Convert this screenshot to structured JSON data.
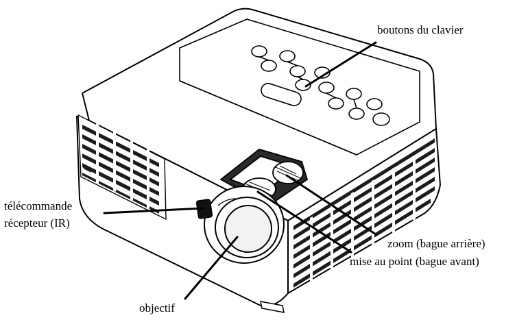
{
  "labels": {
    "keypad_buttons": "boutons du clavier",
    "remote_receiver_line1": "télécommande",
    "remote_receiver_line2": "récepteur (IR)",
    "zoom_ring": "zoom (bague arrière)",
    "focus_ring": "mise au point (bague avant)",
    "lens": "objectif"
  },
  "colors": {
    "line": "#000000",
    "body": "#ffffff",
    "shade": "#e6e6e6",
    "dark": "#202020"
  }
}
